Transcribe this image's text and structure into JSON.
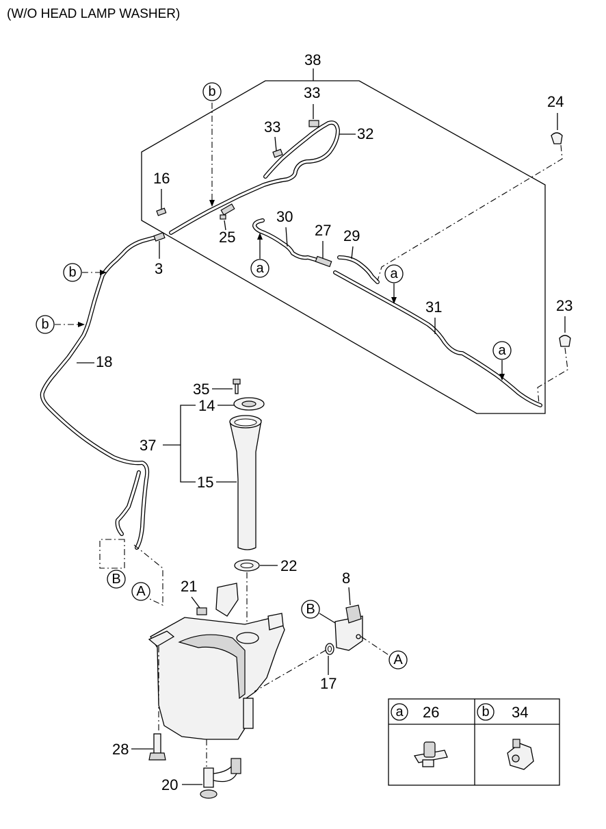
{
  "title": "(W/O HEAD LAMP WASHER)",
  "part_numbers": {
    "p38": "38",
    "p33a": "33",
    "p33b": "33",
    "p32": "32",
    "p24": "24",
    "p16": "16",
    "p25": "25",
    "p30": "30",
    "p27": "27",
    "p29": "29",
    "p3": "3",
    "p31": "31",
    "p23": "23",
    "p18": "18",
    "p35": "35",
    "p14": "14",
    "p37": "37",
    "p15": "15",
    "p22": "22",
    "p21": "21",
    "p8": "8",
    "p17": "17",
    "p28": "28",
    "p20": "20"
  },
  "callouts": {
    "a_lower": "a",
    "a_right1": "a",
    "a_right2": "a",
    "b_top": "b",
    "b_mid": "b",
    "b_low": "b",
    "B_left": "B",
    "A_left": "A",
    "B_pump": "B",
    "A_pump": "A"
  },
  "legend": {
    "a_symbol": "a",
    "a_part": "26",
    "b_symbol": "b",
    "b_part": "34"
  }
}
